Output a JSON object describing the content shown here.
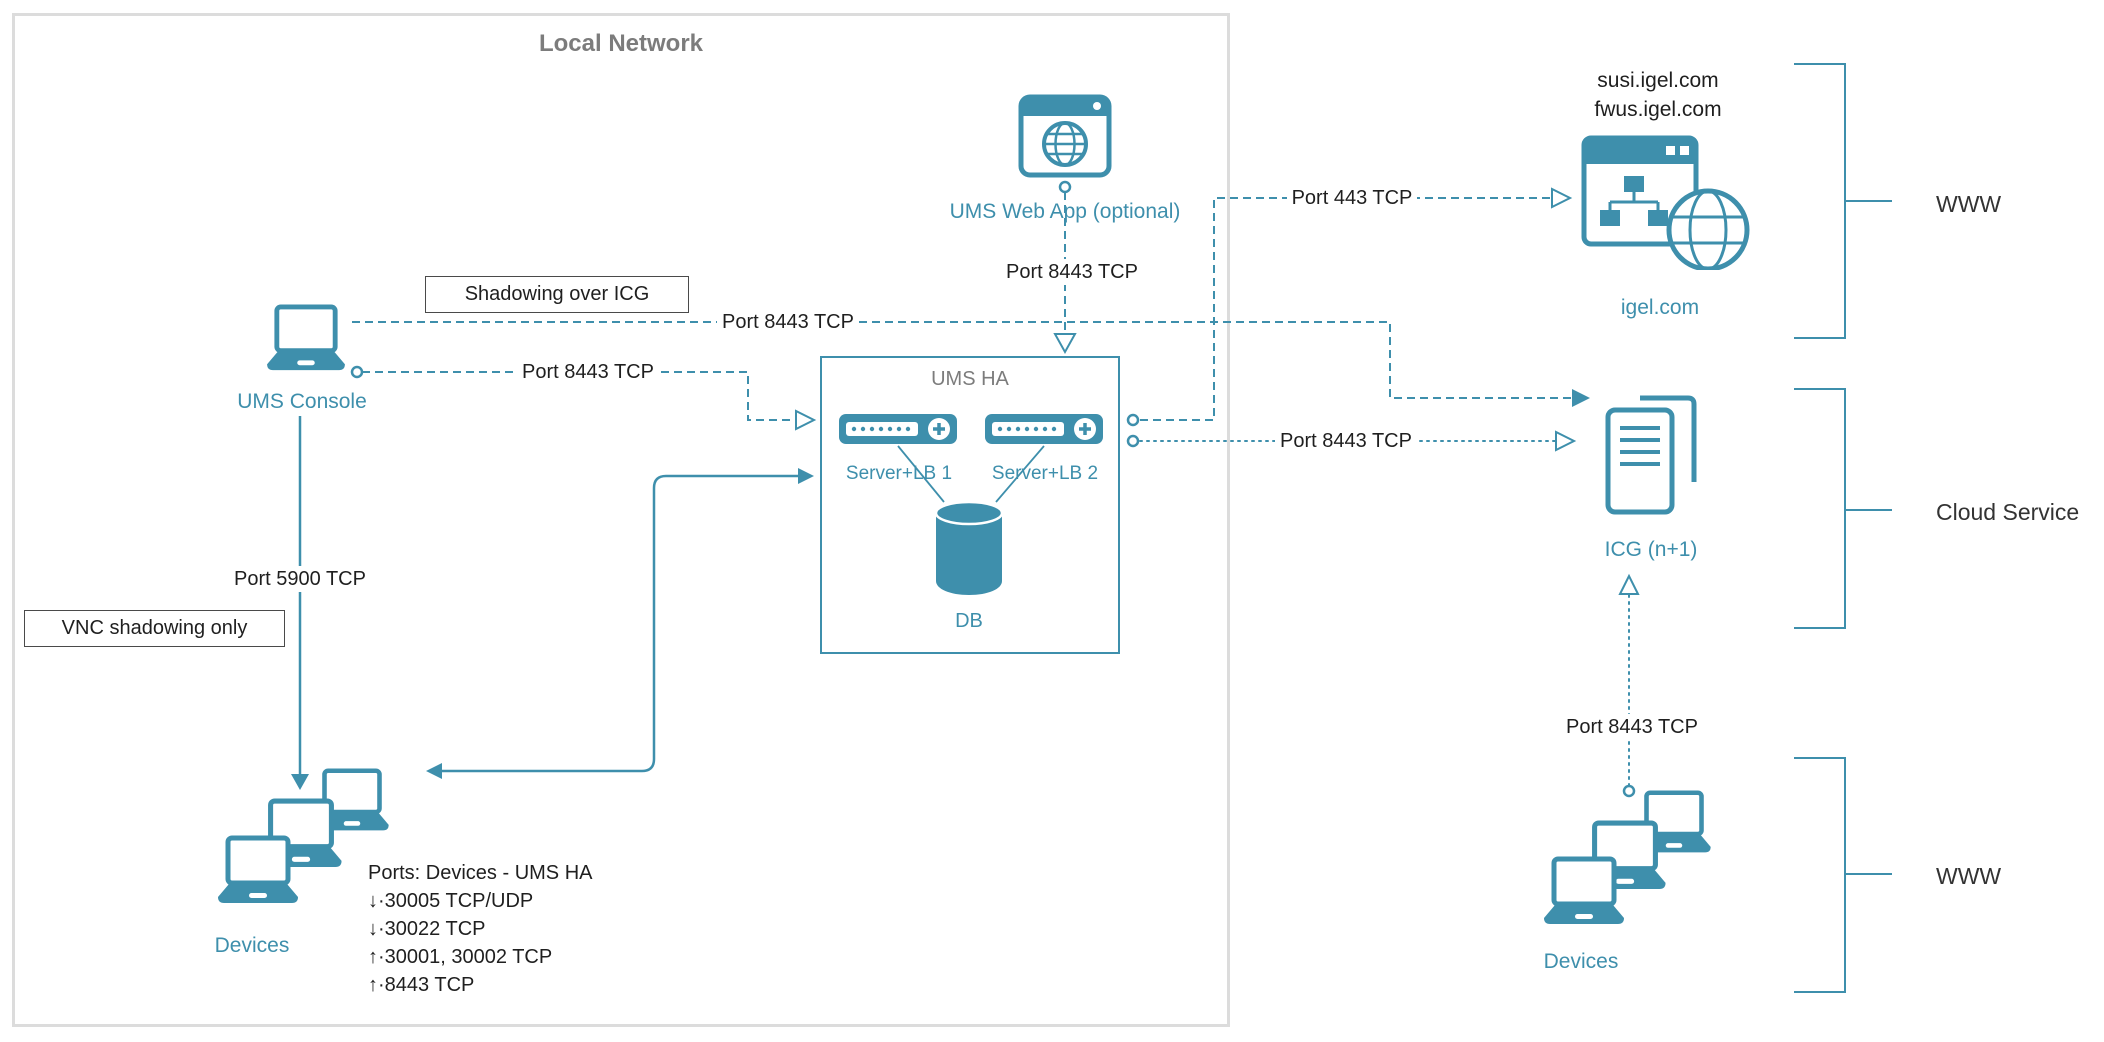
{
  "colors": {
    "accent": "#3e8fac",
    "frame_gray": "#dcdcdc",
    "title_gray": "#7c7c7c",
    "text_dark": "#1f1f1f"
  },
  "local_network": {
    "title": "Local Network"
  },
  "web_app": {
    "label": "UMS Web App (optional)",
    "port_down": "Port 8443 TCP"
  },
  "console": {
    "label": "UMS Console",
    "shadow_note": "Shadowing over ICG",
    "port_shadow": "Port 8443 TCP",
    "port_direct": "Port 8443 TCP",
    "port_vnc": "Port 5900 TCP",
    "vnc_note": "VNC shadowing only"
  },
  "ums_ha": {
    "title": "UMS HA",
    "server1_label": "Server+LB 1",
    "server2_label": "Server+LB 2",
    "db_label": "DB",
    "port_igel": "Port 443 TCP",
    "port_icg": "Port 8443 TCP"
  },
  "devices_left": {
    "label": "Devices",
    "ports_title": "Ports: Devices - UMS HA",
    "ports": [
      "↓·30005 TCP/UDP",
      "↓·30022 TCP",
      "↑·30001, 30002 TCP",
      "↑·8443 TCP"
    ]
  },
  "igel": {
    "host1": "susi.igel.com",
    "host2": "fwus.igel.com",
    "label": "igel.com"
  },
  "icg": {
    "label": "ICG (n+1)"
  },
  "devices_right": {
    "label": "Devices",
    "port_icg": "Port 8443 TCP"
  },
  "zones": {
    "www_top": "WWW",
    "cloud": "Cloud Service",
    "www_bottom": "WWW"
  }
}
